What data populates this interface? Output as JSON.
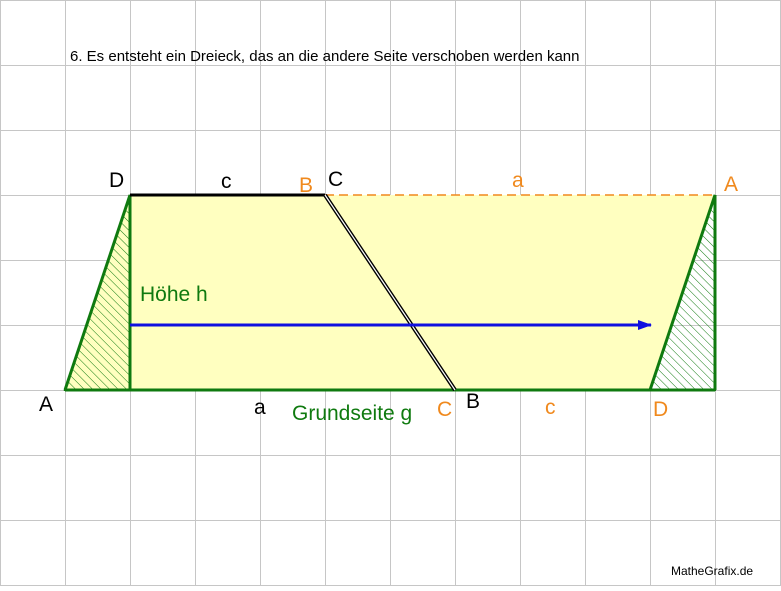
{
  "caption": "6. Es entsteht ein Dreieck, das an die andere Seite verschoben werden kann",
  "credit": "MatheGrafix.de",
  "colors": {
    "grid": "#c6c6c6",
    "fill": "#ffffc0",
    "green": "#0f7a0f",
    "orange": "#f0891d",
    "blue": "#1010e0",
    "black": "#000000"
  },
  "labels": {
    "vertex_A": "A",
    "vertex_B": "B",
    "vertex_C": "C",
    "vertex_D": "D",
    "side_a": "a",
    "side_c": "c",
    "moved_A": "A",
    "moved_B": "B",
    "moved_C": "C",
    "moved_D": "D",
    "moved_a": "a",
    "moved_c": "c",
    "height": "Höhe h",
    "base": "Grundseite g"
  }
}
